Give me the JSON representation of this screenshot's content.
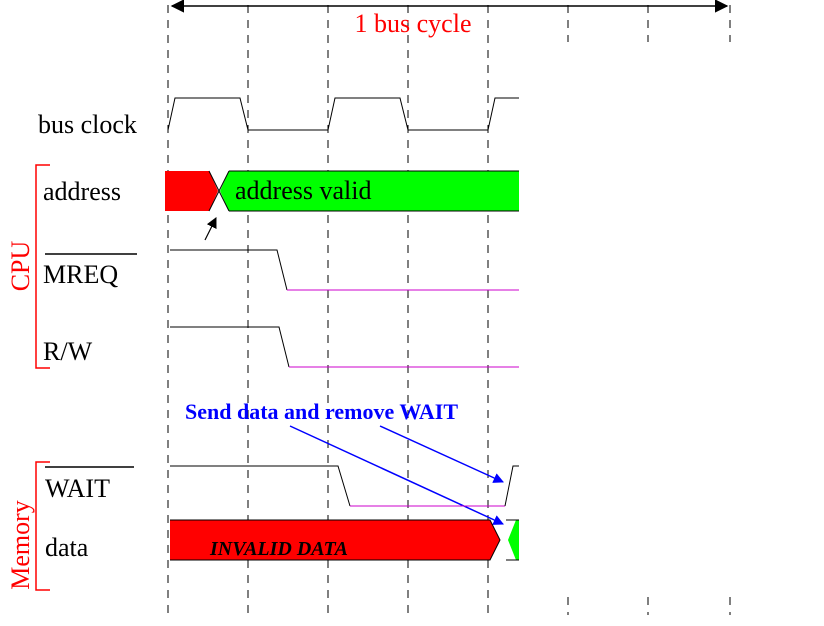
{
  "title": "1 bus cycle",
  "groups": {
    "cpu": "CPU",
    "memory": "Memory"
  },
  "signals": {
    "bus_clock": "bus clock",
    "address": "address",
    "mreq": "MREQ",
    "rw": "R/W",
    "wait": "WAIT",
    "data": "data"
  },
  "bus_states": {
    "address_valid": "address valid",
    "invalid_data": "INVALID DATA"
  },
  "annotation": "Send data and remove WAIT",
  "colors": {
    "title": "#ff0000",
    "group_labels": "#ff0000",
    "annotation": "#0000ff",
    "invalid": "#ff0000",
    "valid": "#00ff00",
    "asserted_line": "#cc00cc",
    "signal_line": "#000000"
  }
}
